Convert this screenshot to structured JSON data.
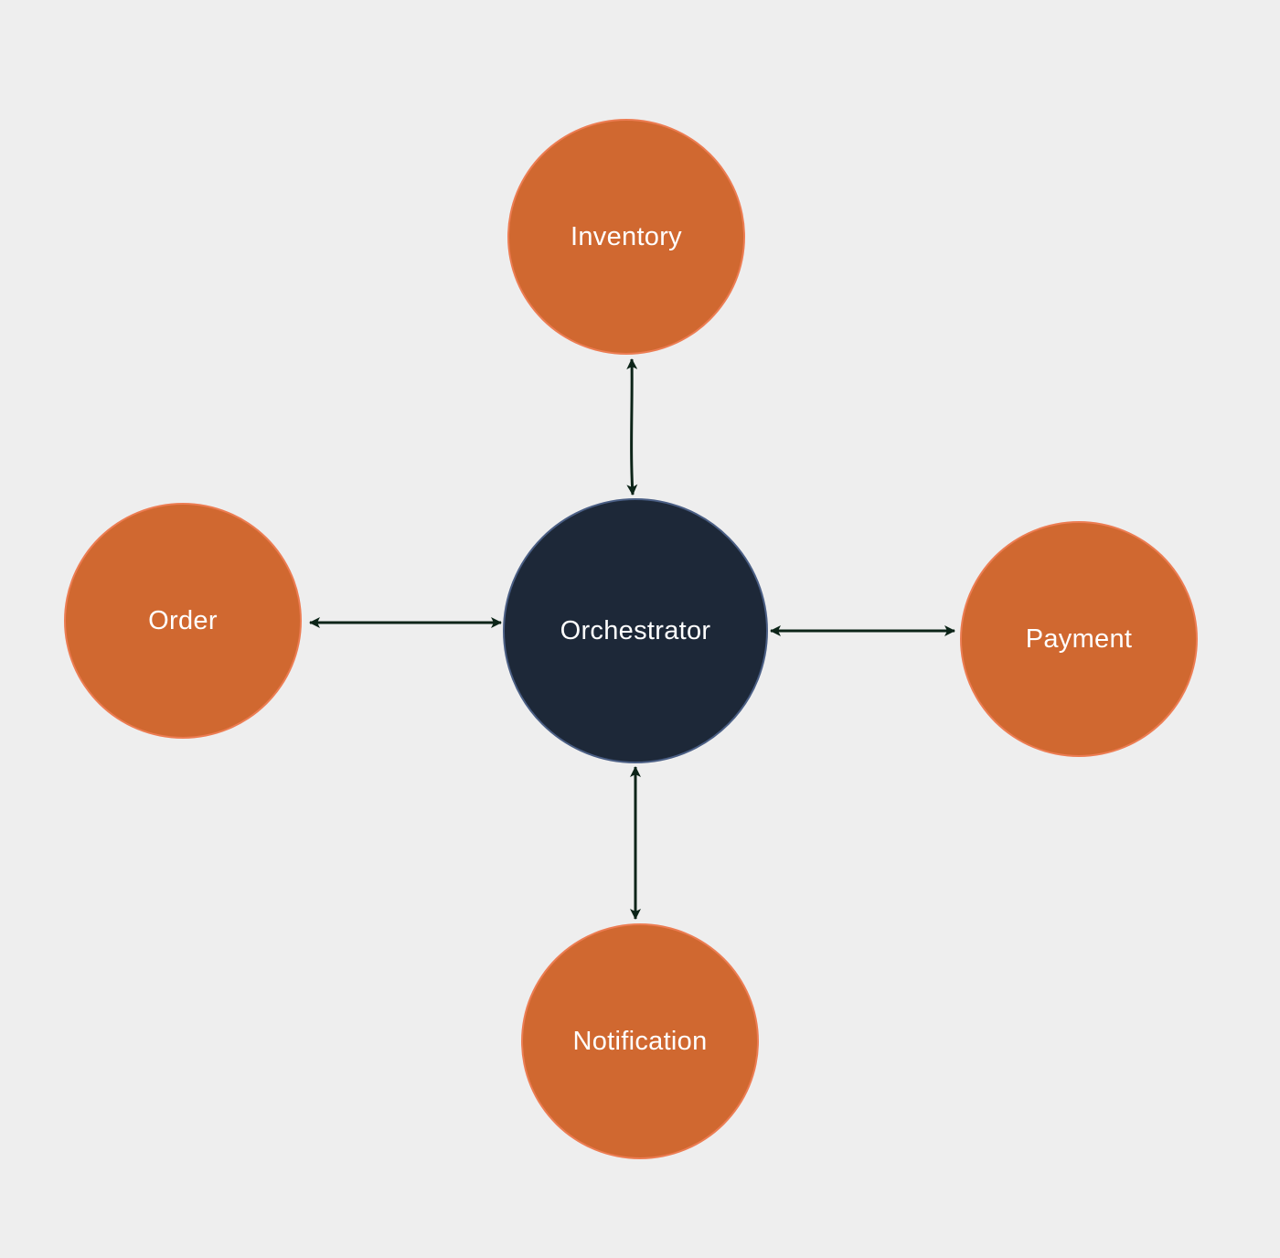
{
  "colors": {
    "background": "#eeeeee",
    "service_fill": "#d06830",
    "orchestrator_fill": "#1d2838",
    "connector": "#0c2418",
    "label": "#ffffff"
  },
  "nodes": {
    "orchestrator": {
      "label": "Orchestrator"
    },
    "inventory": {
      "label": "Inventory"
    },
    "order": {
      "label": "Order"
    },
    "payment": {
      "label": "Payment"
    },
    "notification": {
      "label": "Notification"
    }
  },
  "edges": [
    {
      "from": "orchestrator",
      "to": "inventory",
      "direction": "bidirectional"
    },
    {
      "from": "orchestrator",
      "to": "order",
      "direction": "bidirectional"
    },
    {
      "from": "orchestrator",
      "to": "payment",
      "direction": "bidirectional"
    },
    {
      "from": "orchestrator",
      "to": "notification",
      "direction": "bidirectional"
    }
  ]
}
